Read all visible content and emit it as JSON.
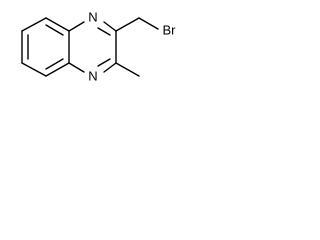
{
  "molecule": {
    "atoms": {
      "n_top": "N",
      "n_bottom": "N",
      "bromine": "Br"
    }
  },
  "colors": {
    "bond": "#000000",
    "background": "#ffffff"
  }
}
